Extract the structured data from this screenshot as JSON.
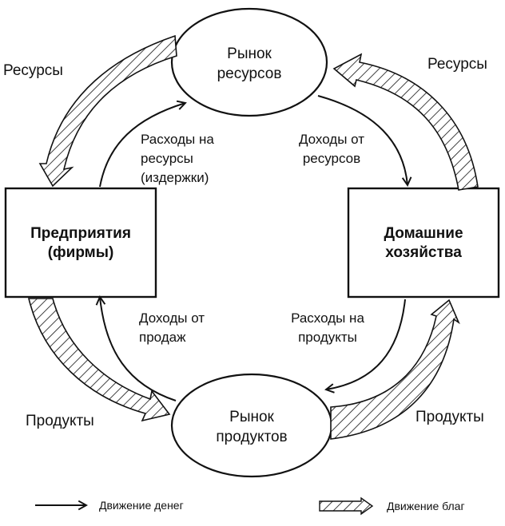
{
  "nodes": {
    "resource_market": {
      "line1": "Рынок",
      "line2": "ресурсов"
    },
    "product_market": {
      "line1": "Рынок",
      "line2": "продуктов"
    },
    "firms": {
      "line1": "Предприятия",
      "line2": "(фирмы)"
    },
    "households": {
      "line1": "Домашние",
      "line2": "хозяйства"
    }
  },
  "flows": {
    "resources_left": "Ресурсы",
    "resources_right": "Ресурсы",
    "products_left": "Продукты",
    "products_right": "Продукты",
    "costs": {
      "line1": "Расходы на",
      "line2": "ресурсы",
      "line3": "(издержки)"
    },
    "income_resources": {
      "line1": "Доходы от",
      "line2": "ресурсов"
    },
    "income_sales": {
      "line1": "Доходы от",
      "line2": "продаж"
    },
    "spending_products": {
      "line1": "Расходы на",
      "line2": "продукты"
    }
  },
  "legend": {
    "money": "Движение денег",
    "goods": "Движение благ"
  },
  "colors": {
    "ink": "#111111",
    "background": "#ffffff"
  }
}
